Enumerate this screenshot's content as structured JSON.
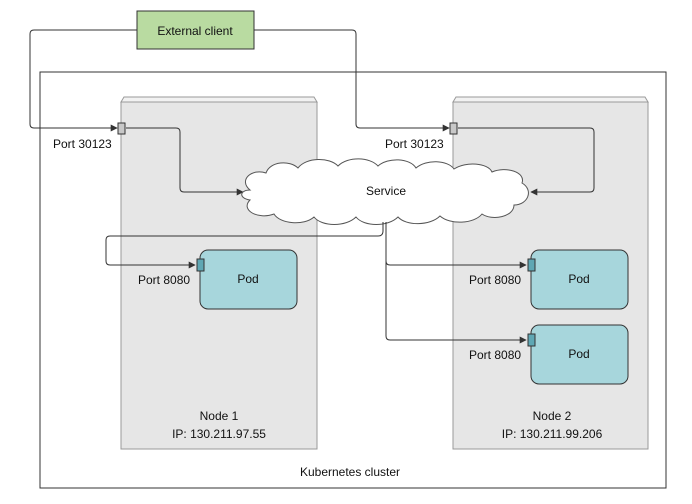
{
  "external_client": {
    "label": "External client"
  },
  "cluster": {
    "label": "Kubernetes cluster"
  },
  "service": {
    "label": "Service"
  },
  "node1": {
    "name": "Node 1",
    "ip": "IP: 130.211.97.55",
    "node_port": "Port 30123",
    "pod": {
      "label": "Pod",
      "port": "Port 8080"
    }
  },
  "node2": {
    "name": "Node 2",
    "ip": "IP: 130.211.99.206",
    "node_port": "Port 30123",
    "pods": [
      {
        "label": "Pod",
        "port": "Port 8080"
      },
      {
        "label": "Pod",
        "port": "Port 8080"
      }
    ]
  },
  "colors": {
    "client_fill": "#b9dba1",
    "node_fill": "#e6e6e6",
    "pod_fill": "#a7d6dc",
    "port_fill": "#5fa7b4",
    "node_port_fill": "#c8c8c8",
    "line": "#333333"
  }
}
